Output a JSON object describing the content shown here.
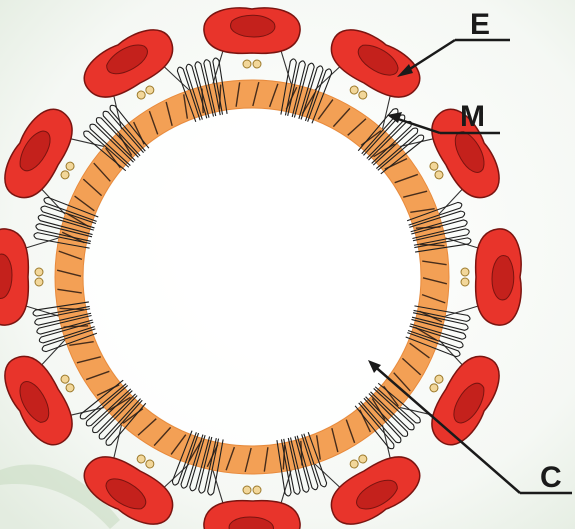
{
  "diagram": {
    "labels": {
      "E": "E",
      "M": "M",
      "C": "C"
    },
    "unit_count": 12,
    "colors": {
      "background": "#f4f7f4",
      "ring": "#f3a055",
      "ring_stripe": "#2a1a12",
      "body_fill": "#e8342b",
      "body_inner": "#c4211c",
      "body_stroke": "#7a1410",
      "bead": "#f2d79a",
      "outline": "#333333",
      "text": "#1a1a1a"
    }
  }
}
